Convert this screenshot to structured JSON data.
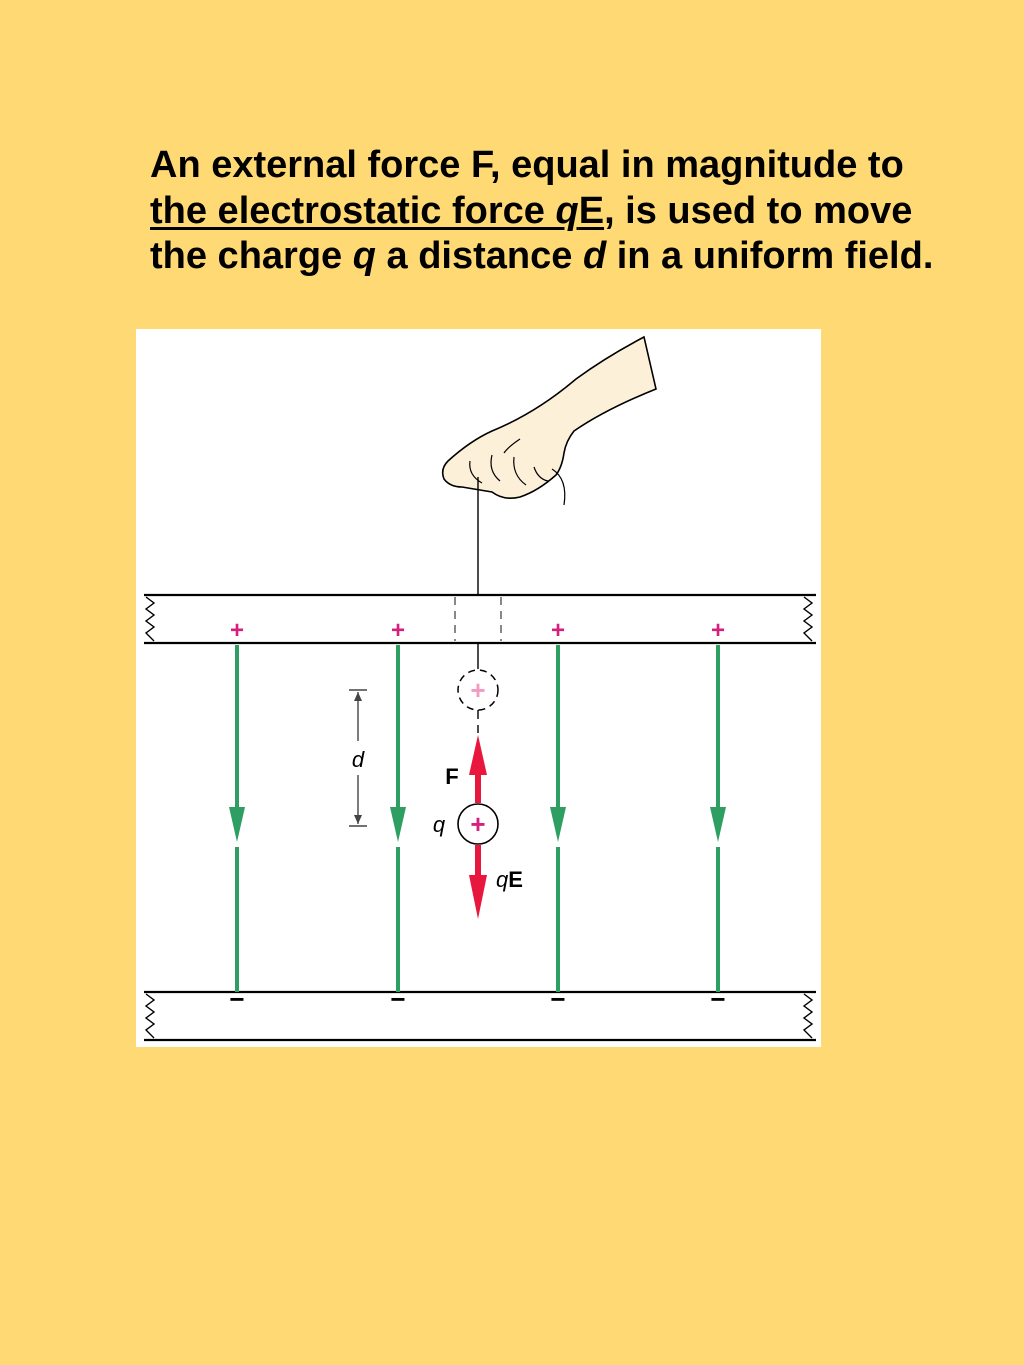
{
  "caption": {
    "part1": "An external force F, equal in magnitude to ",
    "underline_text": "the electrostatic force ",
    "underline_q": "q",
    "underline_E": "E",
    "part2": ", is used to move the charge ",
    "q": "q",
    "part3": " a distance ",
    "d": "d",
    "part4": " in a uniform field."
  },
  "figure": {
    "plus_sign": "+",
    "minus_sign": "−",
    "distance_label": "d",
    "force_label": "F",
    "charge_label": "q",
    "field_force_q": "q",
    "field_force_E": "E",
    "colors": {
      "background": "#FFDA74",
      "field_line": "#2E9E63",
      "force_arrow": "#E8173D",
      "plus_sign": "#D6207E",
      "ghost_plus": "#F29AC4",
      "hand": "#FDF0D8"
    }
  }
}
